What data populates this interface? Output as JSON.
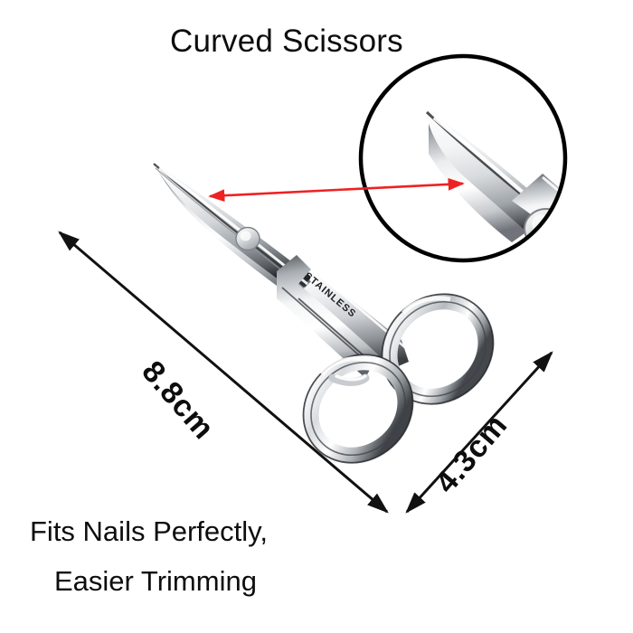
{
  "product": {
    "title": "Curved Scissors",
    "blade_engraving": "STAINLESS",
    "tagline_line1": "Fits Nails Perfectly,",
    "tagline_line2": "Easier Trimming"
  },
  "dimensions": {
    "length": "8.8cm",
    "width": "4.3cm"
  },
  "colors": {
    "background": "#ffffff",
    "text": "#0d0d0d",
    "callout_line": "#ee2222",
    "dimension_line": "#111111",
    "magnifier_border": "#000000",
    "metal_light": "#ffffff",
    "metal_mid": "#c9ccd0",
    "metal_dark": "#5d6166",
    "metal_shadow": "#2b2e31"
  },
  "icons": {
    "magnifier": "magnifier-circle-icon",
    "callout": "callout-arrow-icon",
    "length_dimension": "dimension-arrow-icon",
    "width_dimension": "dimension-arrow-icon"
  }
}
